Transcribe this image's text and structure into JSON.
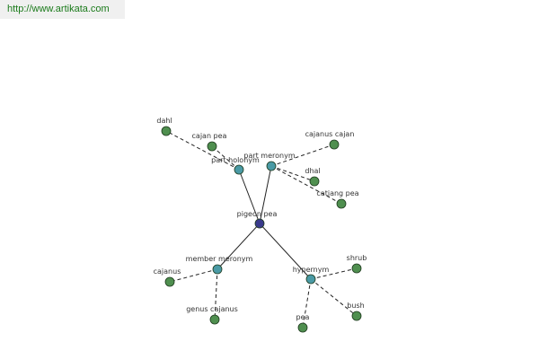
{
  "header": {
    "url": "http://www.artikata.com"
  },
  "colors": {
    "root_node": "#3a3a8c",
    "relation_node": "#4a9aa5",
    "word_node": "#4f8f4f",
    "link": "#222222"
  },
  "graph": {
    "root": {
      "id": "pigeon-pea",
      "label": "pigeon pea"
    },
    "relations": [
      {
        "id": "part-holonym",
        "label": "part holonym",
        "words": [
          {
            "id": "dahl",
            "label": "dahl"
          },
          {
            "id": "cajan-pea",
            "label": "cajan pea"
          }
        ]
      },
      {
        "id": "part-meronym",
        "label": "part meronym",
        "words": [
          {
            "id": "cajanus-cajan",
            "label": "cajanus cajan"
          },
          {
            "id": "dhal",
            "label": "dhal"
          },
          {
            "id": "catjang-pea",
            "label": "catjang pea"
          }
        ]
      },
      {
        "id": "member-meronym",
        "label": "member meronym",
        "words": [
          {
            "id": "cajanus",
            "label": "cajanus"
          },
          {
            "id": "genus-cajanus",
            "label": "genus cajanus"
          }
        ]
      },
      {
        "id": "hypernym",
        "label": "hypernym",
        "words": [
          {
            "id": "shrub",
            "label": "shrub"
          },
          {
            "id": "bush",
            "label": "bush"
          },
          {
            "id": "pea",
            "label": "pea"
          }
        ]
      }
    ]
  }
}
